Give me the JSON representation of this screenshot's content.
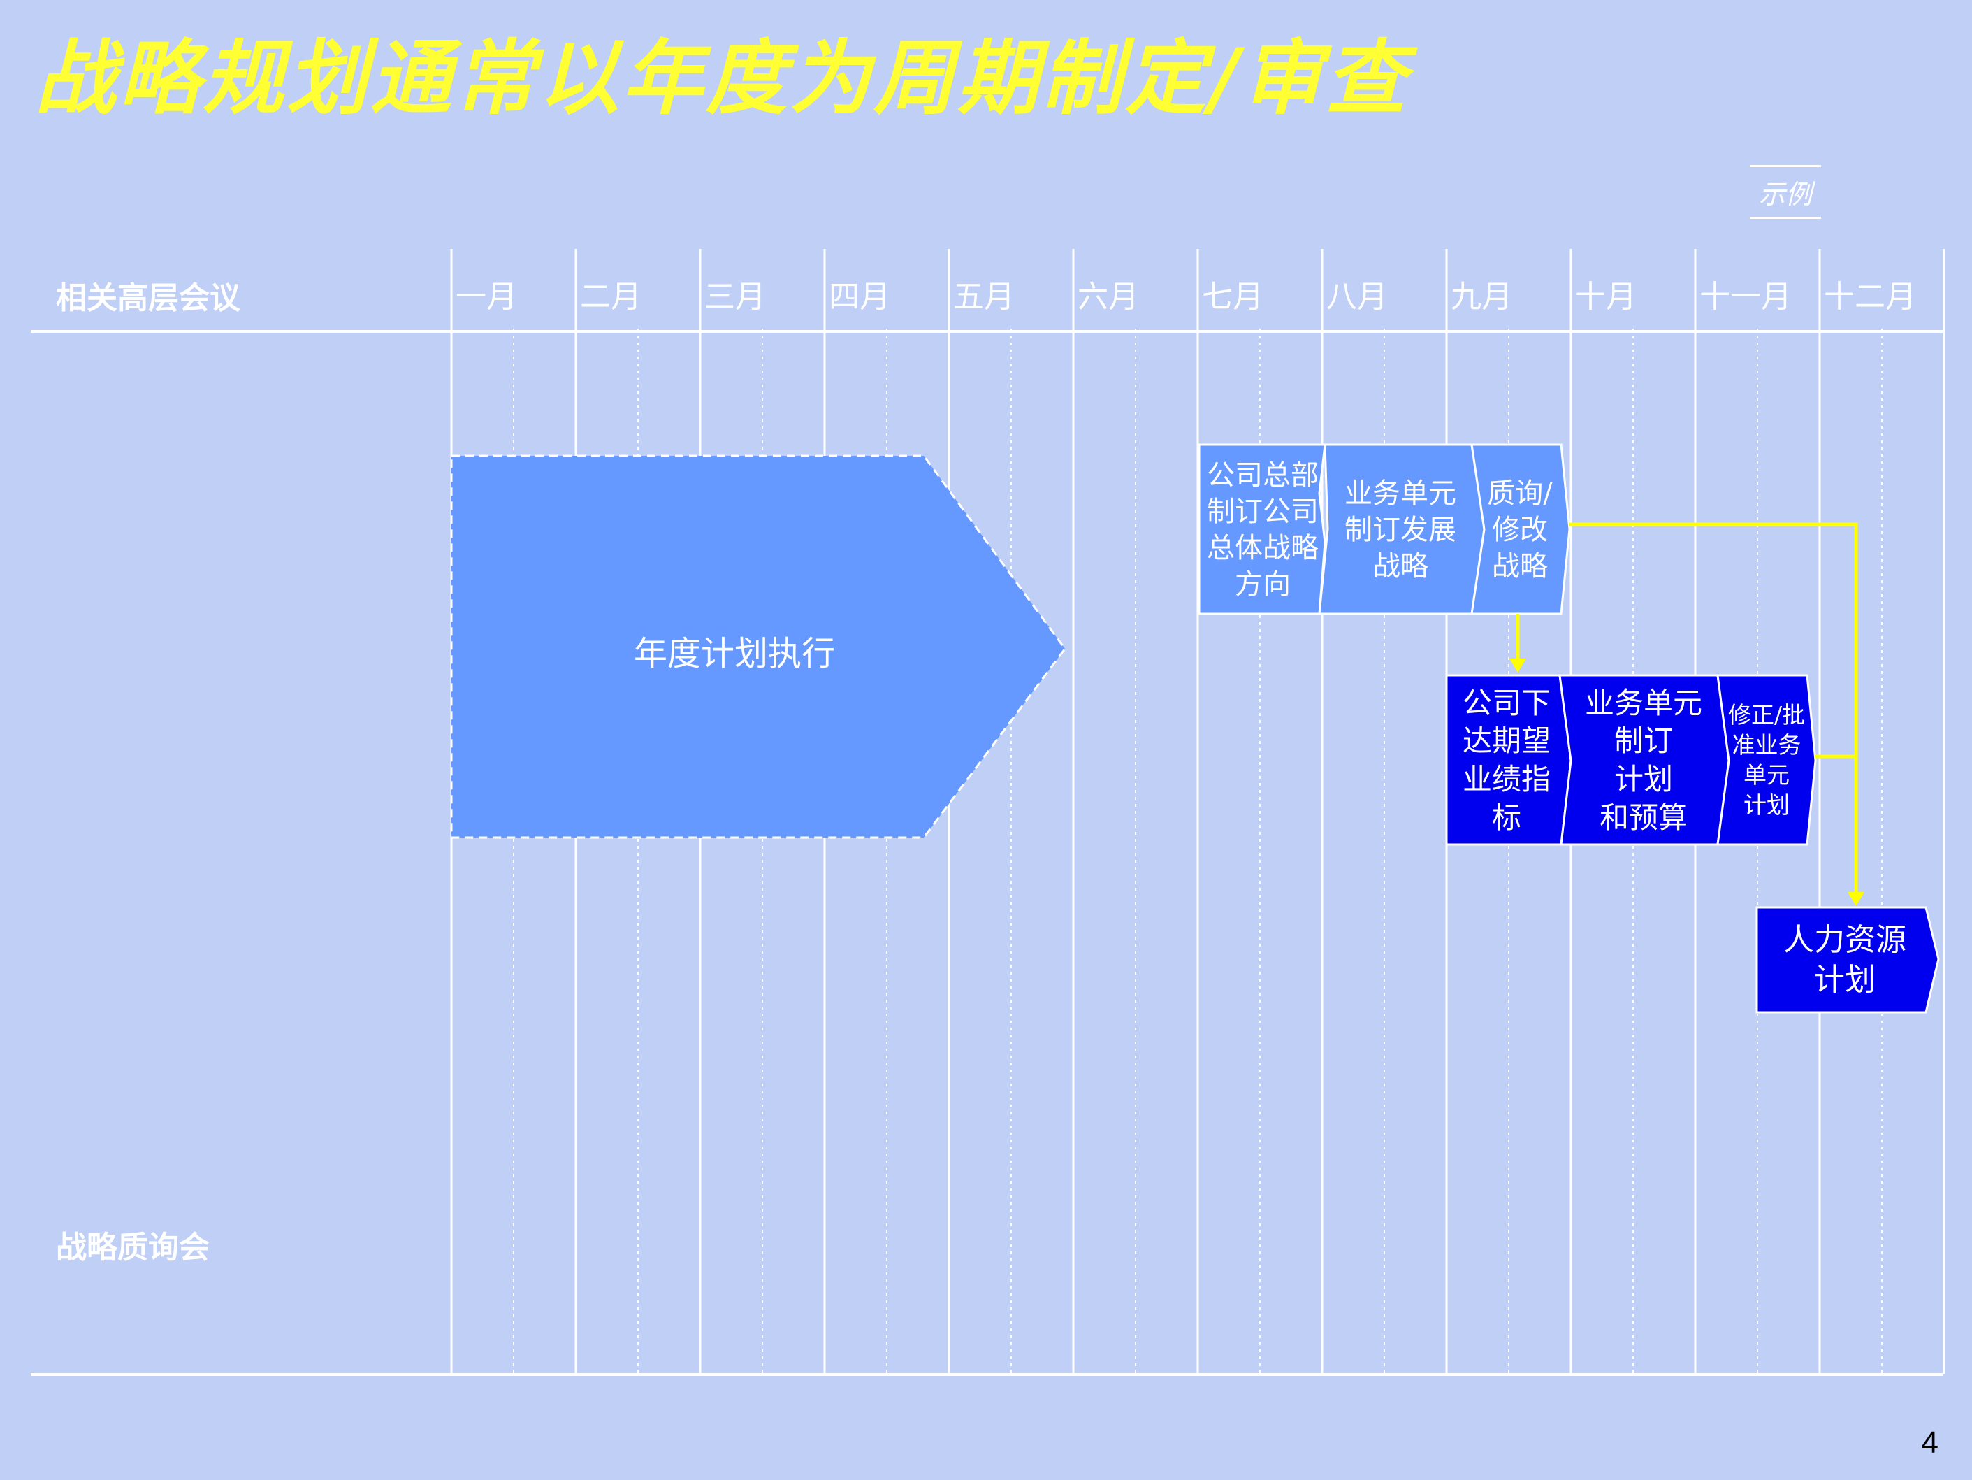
{
  "title": "战略规划通常以年度为周期制定/审查",
  "example_label": "示例",
  "rows": {
    "meeting_label": "相关高层会议",
    "review_label": "战略质询会"
  },
  "months": [
    "一月",
    "二月",
    "三月",
    "四月",
    "五月",
    "六月",
    "七月",
    "八月",
    "九月",
    "十月",
    "十一月",
    "十二月"
  ],
  "annual_plan": "年度计划执行",
  "phase1": {
    "corp_direction": [
      "公司总部",
      "制订公司",
      "总体战略",
      "方向"
    ],
    "bu_strategy": [
      "业务单元",
      "制订发展",
      "战略"
    ],
    "review_strategy": [
      "质询/",
      "修改",
      "战略"
    ]
  },
  "phase2": {
    "targets": [
      "公司下",
      "达期望",
      "业绩指",
      "标"
    ],
    "bu_plan": [
      "业务单元",
      "制订",
      "计划",
      "和预算"
    ],
    "approve_plan": [
      "修正/批",
      "准业务",
      "单元",
      "计划"
    ]
  },
  "hr_plan": [
    "人力资源",
    "计划"
  ],
  "page_number": "4",
  "colors": {
    "background": "#bfcff5",
    "title": "#ffff33",
    "light_box": "#6699ff",
    "dark_box": "#0000ee",
    "arrow": "#ffff00"
  }
}
